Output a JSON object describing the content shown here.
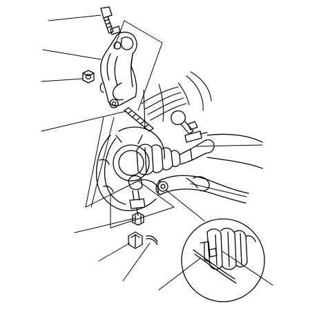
{
  "diagram": {
    "type": "exploded-assembly-line-drawing",
    "callouts": [
      {
        "part": "upper-bolt"
      },
      {
        "part": "upper-arm-bracket"
      },
      {
        "part": "bracket-nut"
      },
      {
        "part": "tie-rod-threaded-stud"
      },
      {
        "part": "drive-shaft-boot"
      },
      {
        "part": "lower-arm"
      },
      {
        "part": "ball-joint-castle-nut"
      },
      {
        "part": "cotter-pin"
      },
      {
        "part": "detail-cotter-pin-wire"
      },
      {
        "part": "detail-boot-end"
      }
    ],
    "colors": {
      "ink": "#000000",
      "paper": "#ffffff"
    }
  }
}
